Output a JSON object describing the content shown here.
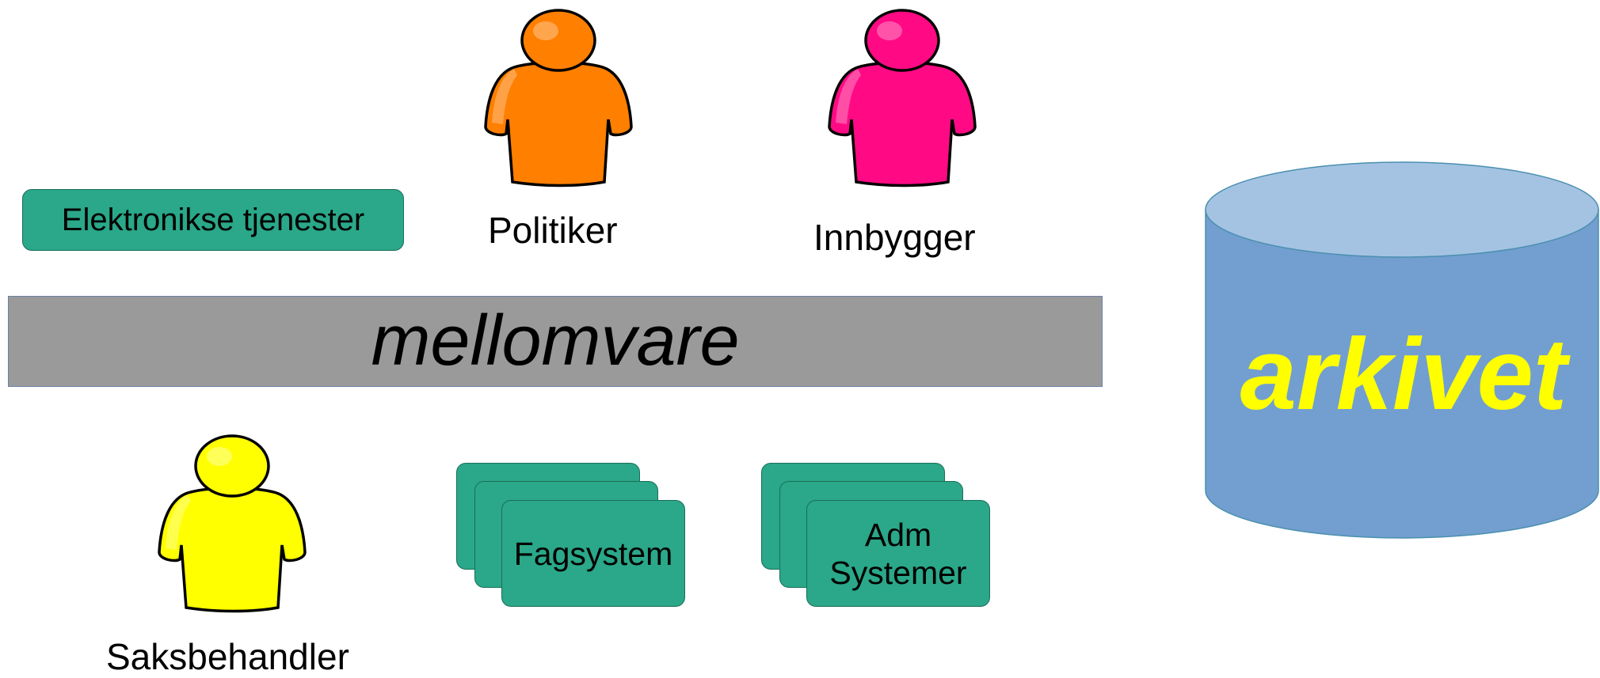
{
  "electronic_services": {
    "label": "Elektronikse tjenester"
  },
  "politiker": {
    "label": "Politiker",
    "color": "#ff7f00"
  },
  "innbygger": {
    "label": "Innbygger",
    "color": "#ff0a84"
  },
  "saksbehandler": {
    "label": "Saksbehandler",
    "color": "#ffff00"
  },
  "middleware": {
    "label": "mellomvare"
  },
  "fagsystem": {
    "label": "Fagsystem"
  },
  "adm_systemer": {
    "line1": "Adm",
    "line2": "Systemer"
  },
  "archive": {
    "label": "arkivet",
    "body_color": "#729fcf",
    "top_color": "#a4c3e2",
    "text_color": "#ffff00"
  },
  "box_color": "#2aa889"
}
